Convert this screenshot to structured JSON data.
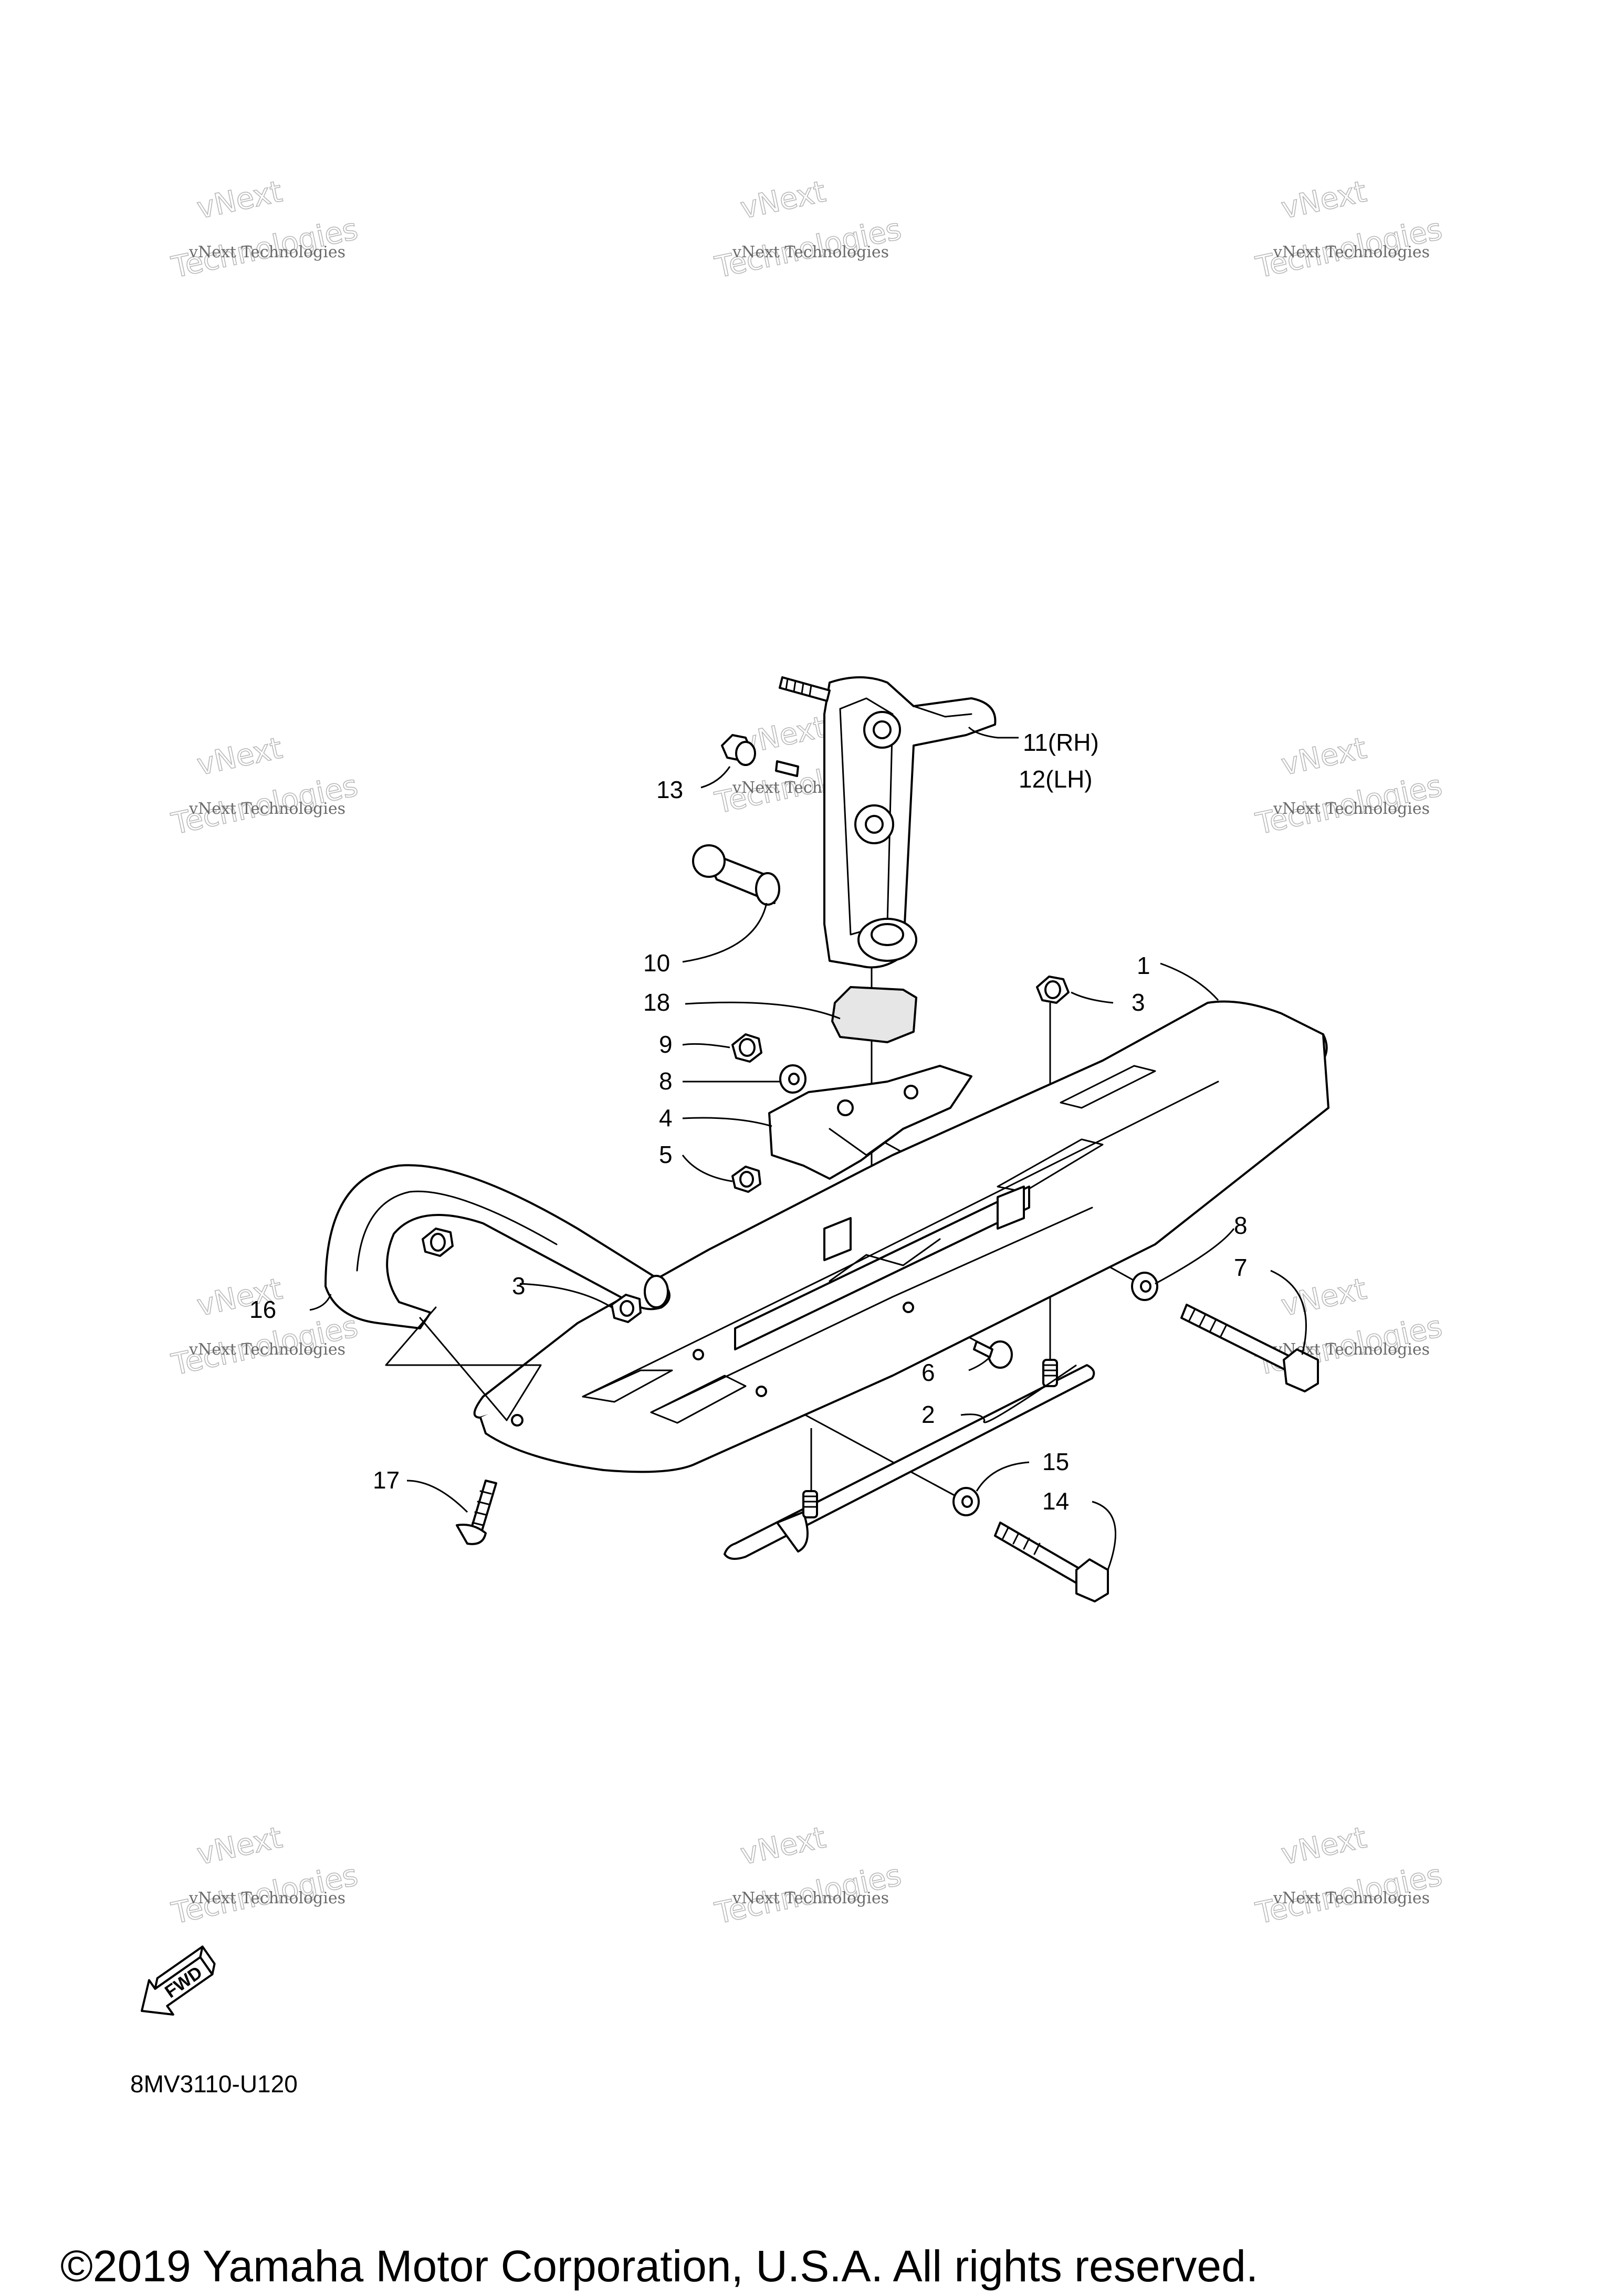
{
  "diagram_code": "8MV3110-U120",
  "copyright": "©2019 Yamaha Motor Corporation, U.S.A. All rights reserved.",
  "fwd_label": "FWD",
  "watermark": {
    "line_small": "vNext Technologies",
    "line_big_1": "vNext",
    "line_big_2": "Technologies"
  },
  "callouts": {
    "p1": "1",
    "p2": "2",
    "p3a": "3",
    "p3b": "3",
    "p4": "4",
    "p5": "5",
    "p6": "6",
    "p7": "7",
    "p8a": "8",
    "p8b": "8",
    "p9": "9",
    "p10": "10",
    "p11": "11(RH)",
    "p12": "12(LH)",
    "p13": "13",
    "p14": "14",
    "p15": "15",
    "p16": "16",
    "p17": "17",
    "p18": "18"
  }
}
